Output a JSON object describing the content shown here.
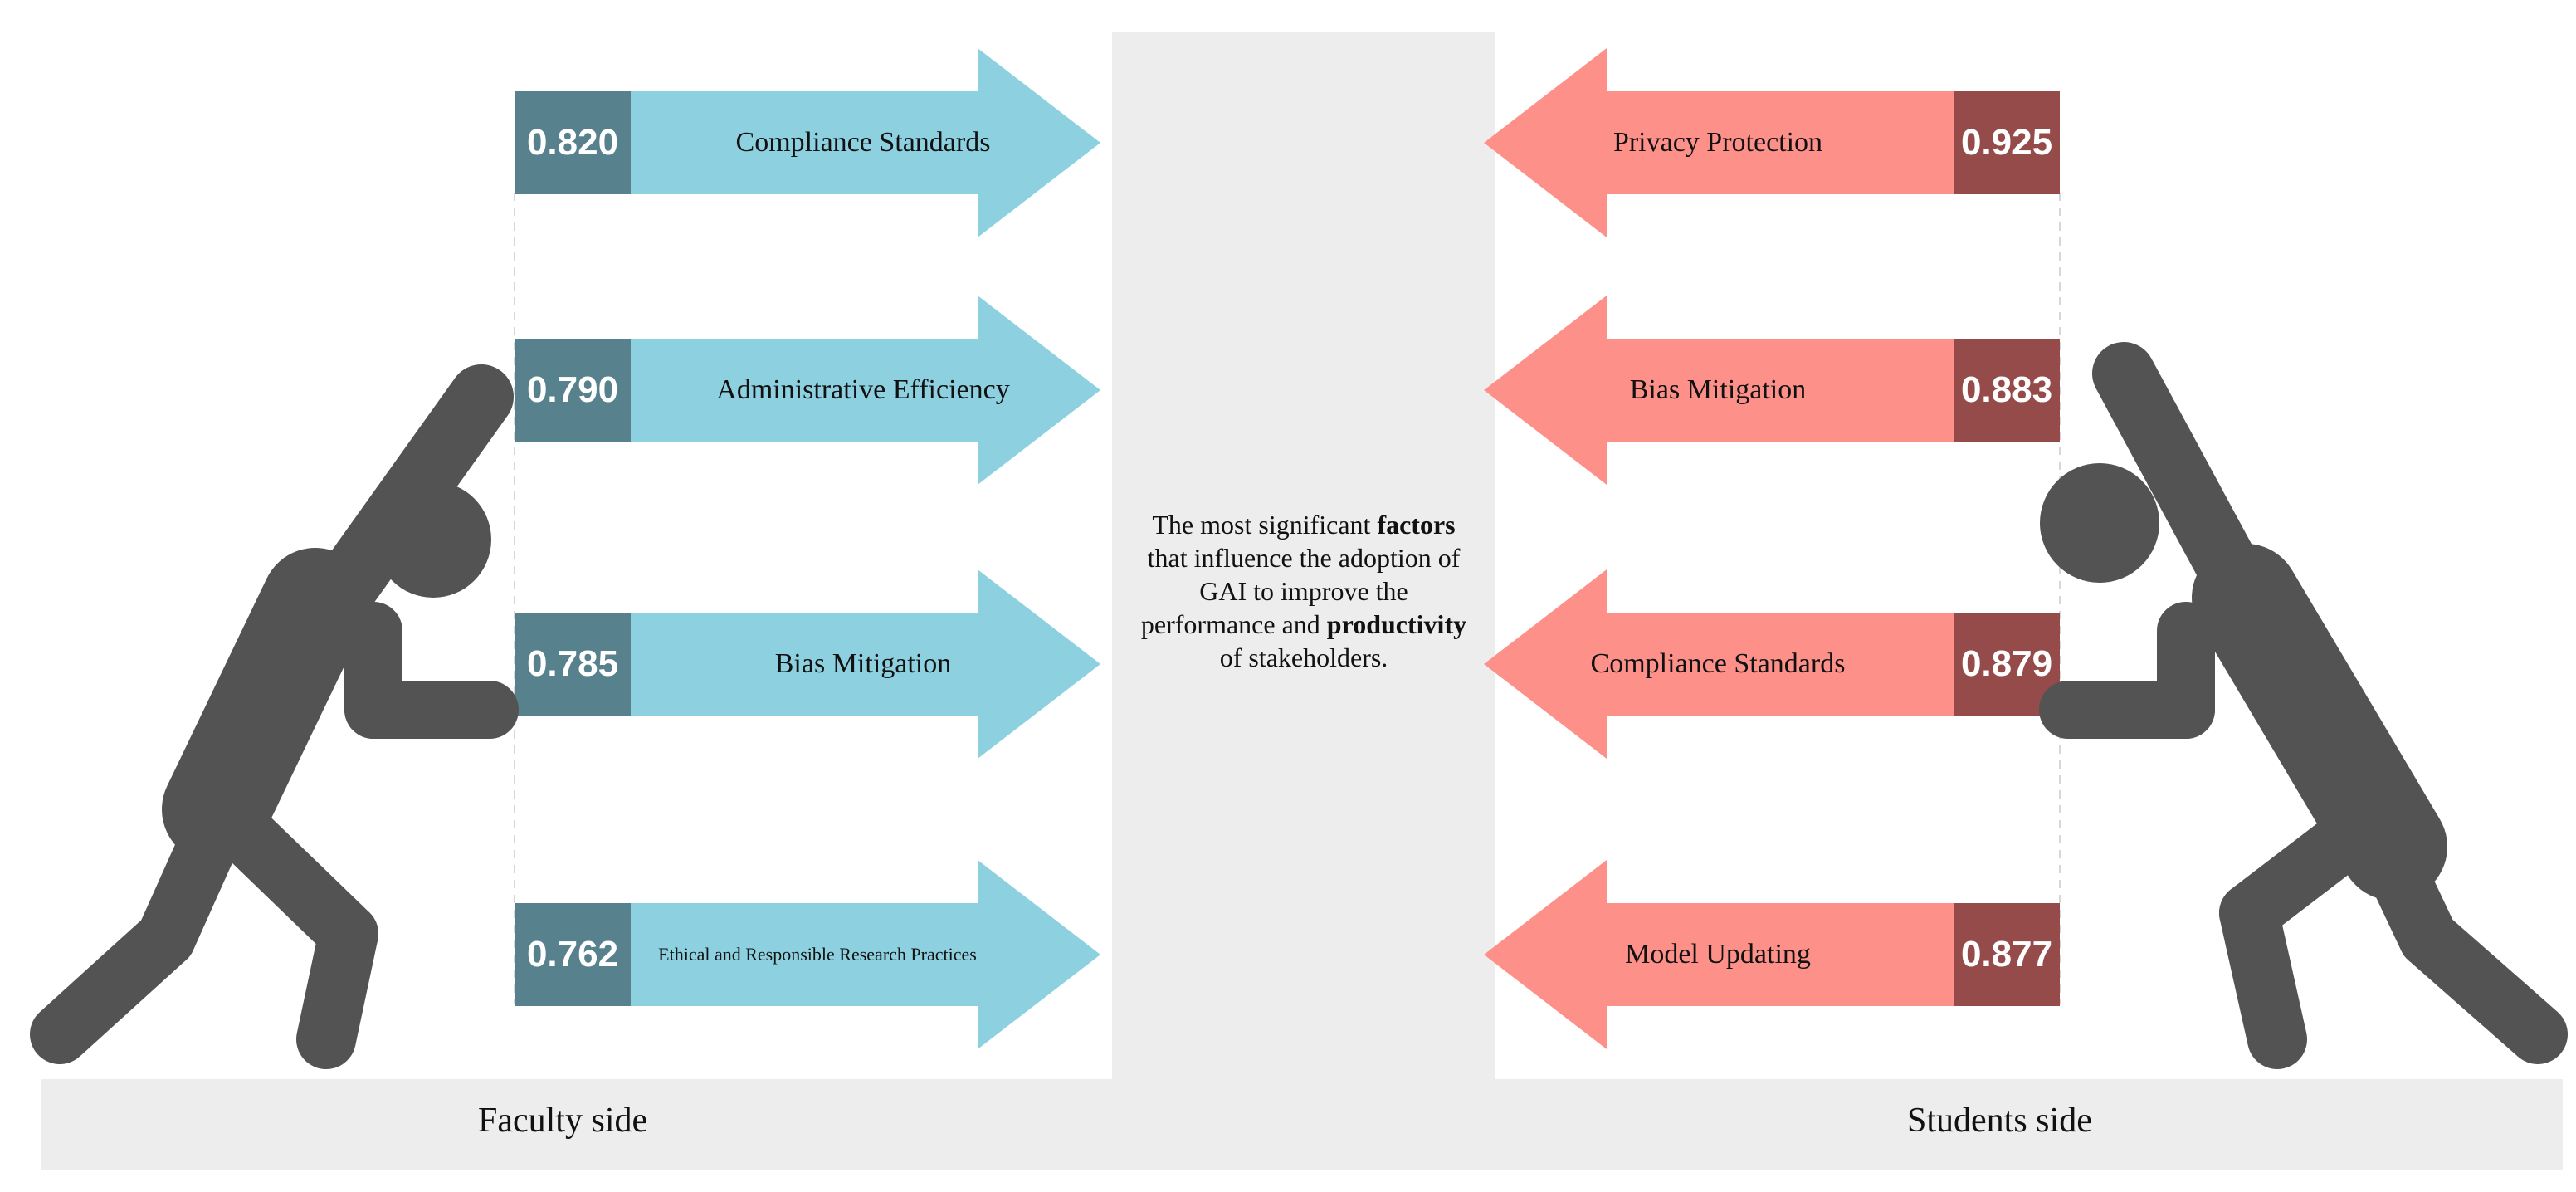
{
  "colors": {
    "faculty_arrow": "#8dd1e1",
    "faculty_value_box": "#57828d",
    "student_arrow": "#fd918a",
    "student_value_box": "#944b49",
    "figure": "#535353",
    "panel": "#ededed"
  },
  "center": {
    "line1_prefix": "The most significant",
    "line1_bold": "factors",
    "line2": "that influence the adoption of",
    "line3": "GAI to improve the",
    "line4_prefix": "performance and",
    "line4_bold": "productivity",
    "line5": "of stakeholders."
  },
  "faculty": {
    "side_label": "Faculty side",
    "figure_icon": "pushing-person-icon",
    "factors": [
      {
        "value": "0.820",
        "label": "Compliance Standards"
      },
      {
        "value": "0.790",
        "label": "Administrative Efficiency"
      },
      {
        "value": "0.785",
        "label": "Bias Mitigation"
      },
      {
        "value": "0.762",
        "label": "Ethical and Responsible Research Practices"
      }
    ]
  },
  "students": {
    "side_label": "Students side",
    "figure_icon": "pushing-person-icon",
    "factors": [
      {
        "value": "0.925",
        "label": "Privacy Protection"
      },
      {
        "value": "0.883",
        "label": "Bias Mitigation"
      },
      {
        "value": "0.879",
        "label": "Compliance Standards"
      },
      {
        "value": "0.877",
        "label": "Model Updating"
      }
    ]
  }
}
